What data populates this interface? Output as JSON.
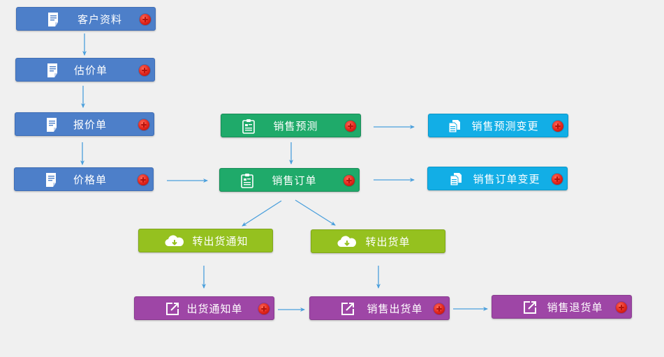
{
  "nodes": {
    "customer_info": {
      "label": "客户资料",
      "icon": "document-icon"
    },
    "estimate": {
      "label": "估价单",
      "icon": "document-icon"
    },
    "quotation": {
      "label": "报价单",
      "icon": "document-icon"
    },
    "price_list": {
      "label": "价格单",
      "icon": "document-icon"
    },
    "sales_forecast": {
      "label": "销售预测",
      "icon": "clipboard-icon"
    },
    "sales_forecast_change": {
      "label": "销售预测变更",
      "icon": "copy-documents-icon"
    },
    "sales_order": {
      "label": "销售订单",
      "icon": "clipboard-icon"
    },
    "sales_order_change": {
      "label": "销售订单变更",
      "icon": "copy-documents-icon"
    },
    "to_shipping_notice": {
      "label": "转出货通知",
      "icon": "cloud-download-icon"
    },
    "to_shipping_order": {
      "label": "转出货单",
      "icon": "cloud-download-icon"
    },
    "shipping_notice": {
      "label": "出货通知单",
      "icon": "external-link-icon"
    },
    "sales_shipping": {
      "label": "销售出货单",
      "icon": "external-link-icon"
    },
    "sales_return": {
      "label": "销售退货单",
      "icon": "external-link-icon"
    }
  },
  "colors": {
    "blue": "#4d7fc9",
    "green": "#1faa6a",
    "cyan": "#12aee6",
    "lime": "#95c11f",
    "purple": "#9e46a6",
    "arrow": "#4a9fdc",
    "add_button": "#e0231a"
  }
}
